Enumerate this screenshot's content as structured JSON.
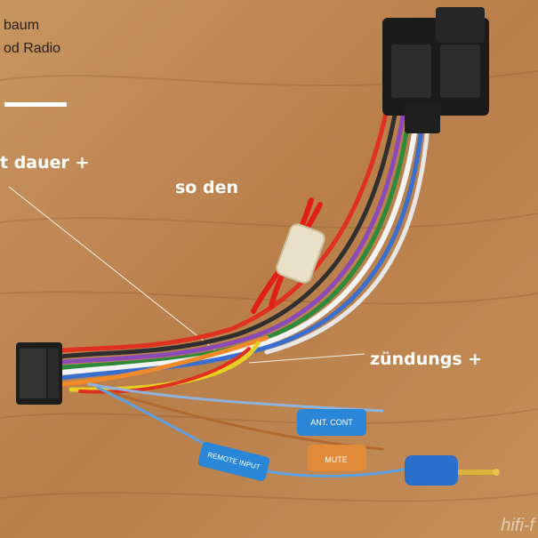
{
  "photo": {
    "caption_line1": "baum",
    "caption_line2": "od Radio",
    "labels": {
      "dauer": "t dauer +",
      "so_den": "so den",
      "zundungs": "zündungs +"
    },
    "tags": {
      "ant_cont": "ANT. CONT",
      "mute": "MUTE",
      "remote_input": "REMOTE INPUT"
    },
    "watermark": "hifi-f"
  },
  "colors": {
    "wood": "#c08a55",
    "connector": "#1b1b1b",
    "tag_blue": "#2a86d6",
    "tag_orange": "#e08a3a"
  }
}
